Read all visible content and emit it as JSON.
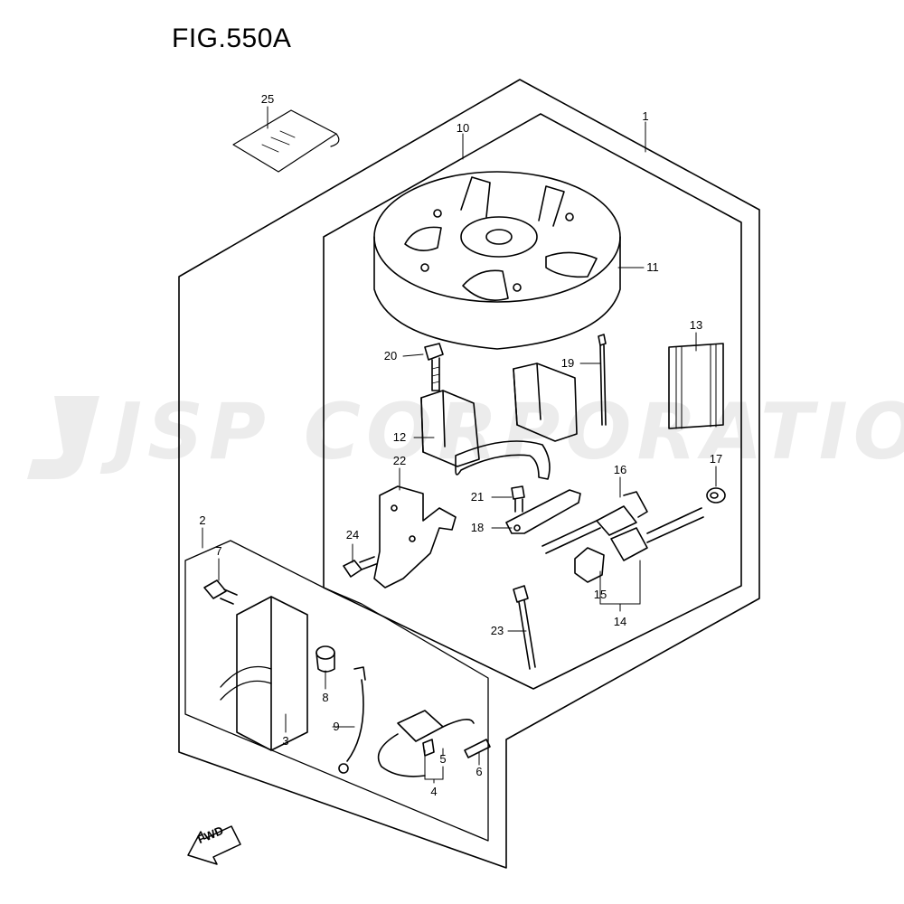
{
  "figure": {
    "title": "FIG.550A"
  },
  "watermark": {
    "text": "JSP CORPORATION"
  },
  "fwd": {
    "label": "FWD"
  },
  "callouts": [
    {
      "id": "25",
      "text": "25"
    },
    {
      "id": "10",
      "text": "10"
    },
    {
      "id": "1",
      "text": "1"
    },
    {
      "id": "11",
      "text": "11"
    },
    {
      "id": "13",
      "text": "13"
    },
    {
      "id": "20",
      "text": "20"
    },
    {
      "id": "19",
      "text": "19"
    },
    {
      "id": "12",
      "text": "12"
    },
    {
      "id": "22",
      "text": "22"
    },
    {
      "id": "16",
      "text": "16"
    },
    {
      "id": "17",
      "text": "17"
    },
    {
      "id": "21",
      "text": "21"
    },
    {
      "id": "18",
      "text": "18"
    },
    {
      "id": "24",
      "text": "24"
    },
    {
      "id": "15",
      "text": "15"
    },
    {
      "id": "14",
      "text": "14"
    },
    {
      "id": "2",
      "text": "2"
    },
    {
      "id": "7",
      "text": "7"
    },
    {
      "id": "23",
      "text": "23"
    },
    {
      "id": "8",
      "text": "8"
    },
    {
      "id": "9",
      "text": "9"
    },
    {
      "id": "3",
      "text": "3"
    },
    {
      "id": "5",
      "text": "5"
    },
    {
      "id": "6",
      "text": "6"
    },
    {
      "id": "4",
      "text": "4"
    }
  ]
}
